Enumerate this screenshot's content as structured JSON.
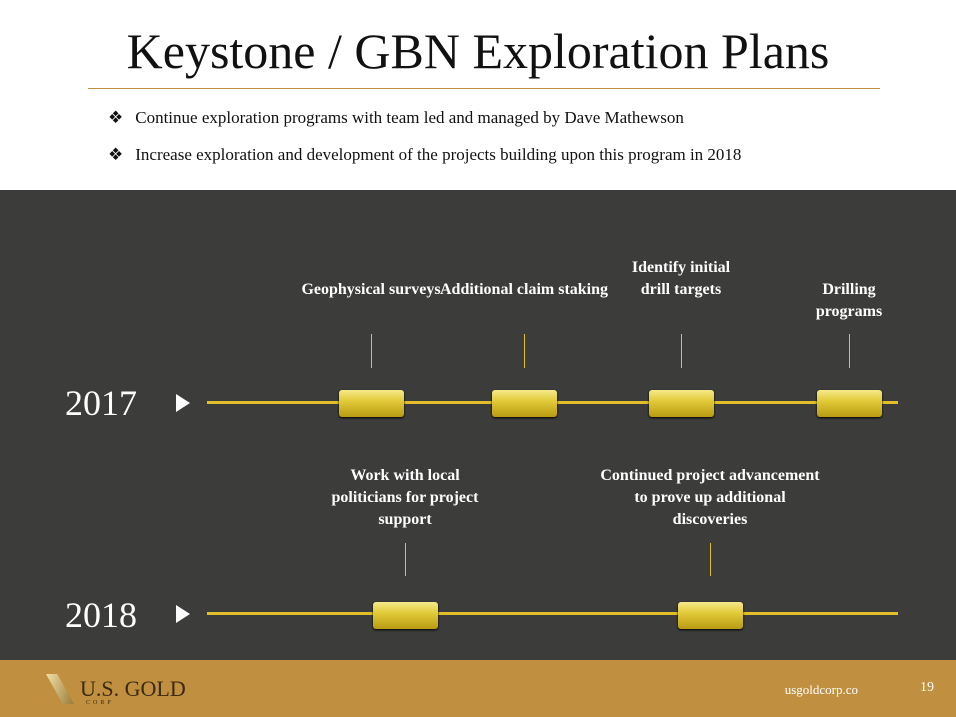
{
  "title": "Keystone / GBN Exploration Plans",
  "bullets": [
    "Continue exploration programs with team led and managed by Dave Mathewson",
    "Increase exploration and development of the projects building upon this program in 2018"
  ],
  "bullet_icon": "❖",
  "timeline": {
    "y2017": {
      "year": "2017",
      "milestones": [
        "Geophysical surveys",
        "Additional claim staking",
        "Identify initial drill targets",
        "Drilling programs"
      ]
    },
    "y2018": {
      "year": "2018",
      "milestones": [
        "Work with local politicians for project support",
        "Continued project advancement to prove up additional discoveries"
      ]
    }
  },
  "footer": {
    "logo": "U.S. GOLD",
    "logo_sub": "CORP",
    "url": "usgoldcorp.co",
    "page": "19"
  },
  "colors": {
    "gold": "#c09040",
    "band": "#3c3c3b",
    "line": "#e2bf2a"
  }
}
